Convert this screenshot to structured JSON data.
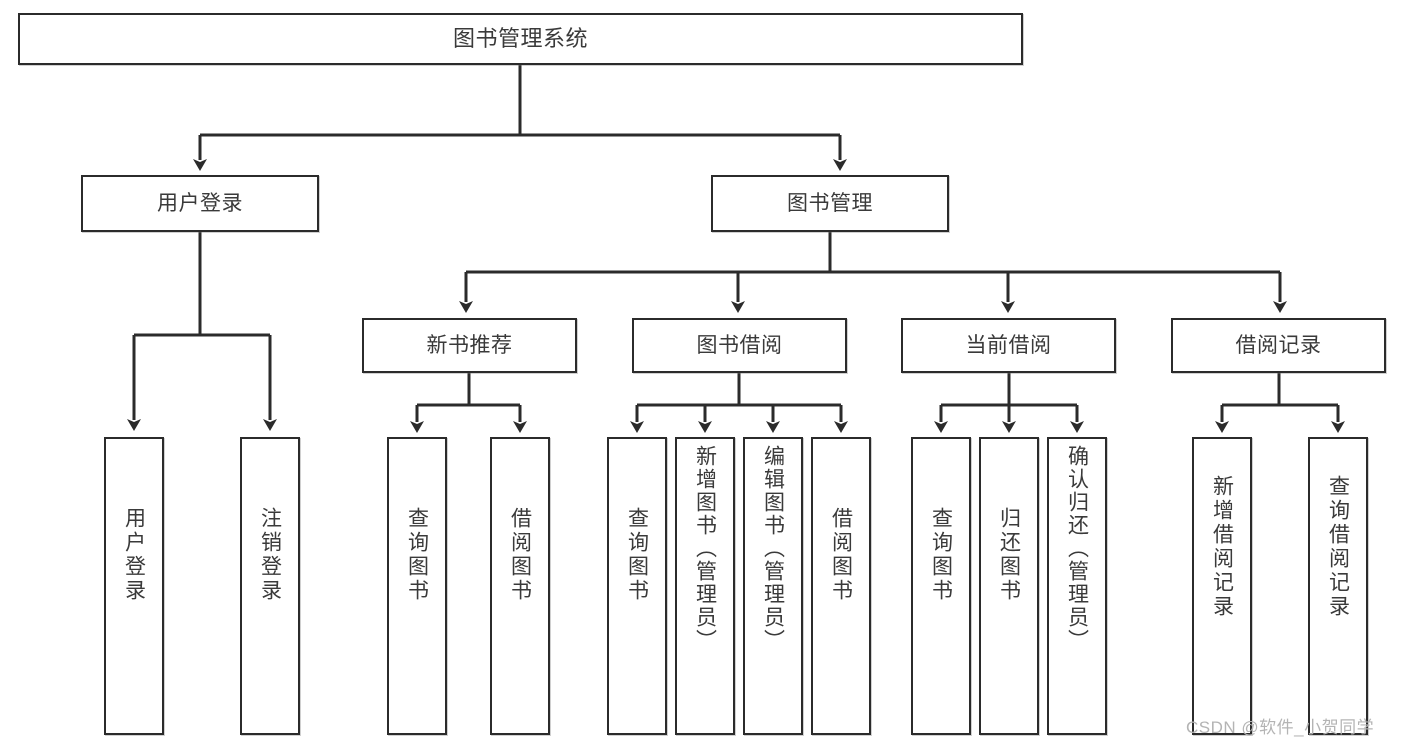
{
  "diagram": {
    "title": "图书管理系统",
    "type": "tree-hierarchy",
    "colors": {
      "box_border": "#2b2b2b",
      "box_fill": "#ffffff",
      "text": "#3a3a3a",
      "edge": "#2b2b2b",
      "watermark": "#b4b4b4",
      "background": "#ffffff"
    }
  },
  "nodes": {
    "root": {
      "label": "图书管理系统"
    },
    "level1": [
      {
        "id": "user-login",
        "label": "用户登录"
      },
      {
        "id": "book-manage",
        "label": "图书管理"
      }
    ],
    "level2": [
      {
        "id": "new-book-recommend",
        "label": "新书推荐"
      },
      {
        "id": "book-borrow",
        "label": "图书借阅"
      },
      {
        "id": "current-borrow",
        "label": "当前借阅"
      },
      {
        "id": "borrow-record",
        "label": "借阅记录"
      }
    ],
    "leaves": {
      "user_login": [
        {
          "id": "leaf-user-login",
          "label": "用户登录"
        },
        {
          "id": "leaf-logout",
          "label": "注销登录"
        }
      ],
      "new_book_recommend": [
        {
          "id": "leaf-query-book-1",
          "label": "查询图书"
        },
        {
          "id": "leaf-borrow-book-1",
          "label": "借阅图书"
        }
      ],
      "book_borrow": [
        {
          "id": "leaf-query-book-2",
          "label": "查询图书"
        },
        {
          "id": "leaf-add-book",
          "label": "新增图书（管理员）"
        },
        {
          "id": "leaf-edit-book",
          "label": "编辑图书（管理员）"
        },
        {
          "id": "leaf-borrow-book-2",
          "label": "借阅图书"
        }
      ],
      "current_borrow": [
        {
          "id": "leaf-query-book-3",
          "label": "查询图书"
        },
        {
          "id": "leaf-return-book",
          "label": "归还图书"
        },
        {
          "id": "leaf-confirm-return",
          "label": "确认归还（管理员）"
        }
      ],
      "borrow_record": [
        {
          "id": "leaf-add-record",
          "label": "新增借阅记录"
        },
        {
          "id": "leaf-query-record",
          "label": "查询借阅记录"
        }
      ]
    }
  },
  "watermark": {
    "text": "CSDN @软件_小贺同学"
  }
}
